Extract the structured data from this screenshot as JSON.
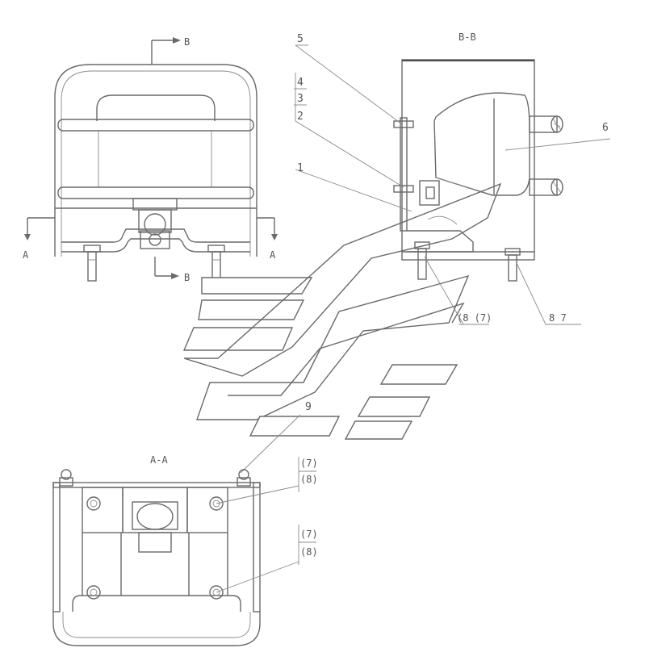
{
  "section_labels": {
    "b_arrow_top": "B",
    "b_arrow_bottom": "B",
    "a_arrow_left": "A",
    "a_arrow_right": "A",
    "section_bb": "B-B",
    "section_aa": "A-A"
  },
  "callouts": {
    "n5": "5",
    "n4": "4",
    "n3": "3",
    "n2": "2",
    "n1": "1",
    "n6": "6",
    "n8_7": "8   7",
    "n8_7b": "(8  (7)",
    "n9": "9",
    "n7a": "(7)",
    "n8a": "(8)",
    "n7b": "(7)",
    "n8b": "(8)"
  },
  "colors": {
    "line": "#6a6a6a",
    "heavy": "#505050",
    "background": "#ffffff"
  }
}
